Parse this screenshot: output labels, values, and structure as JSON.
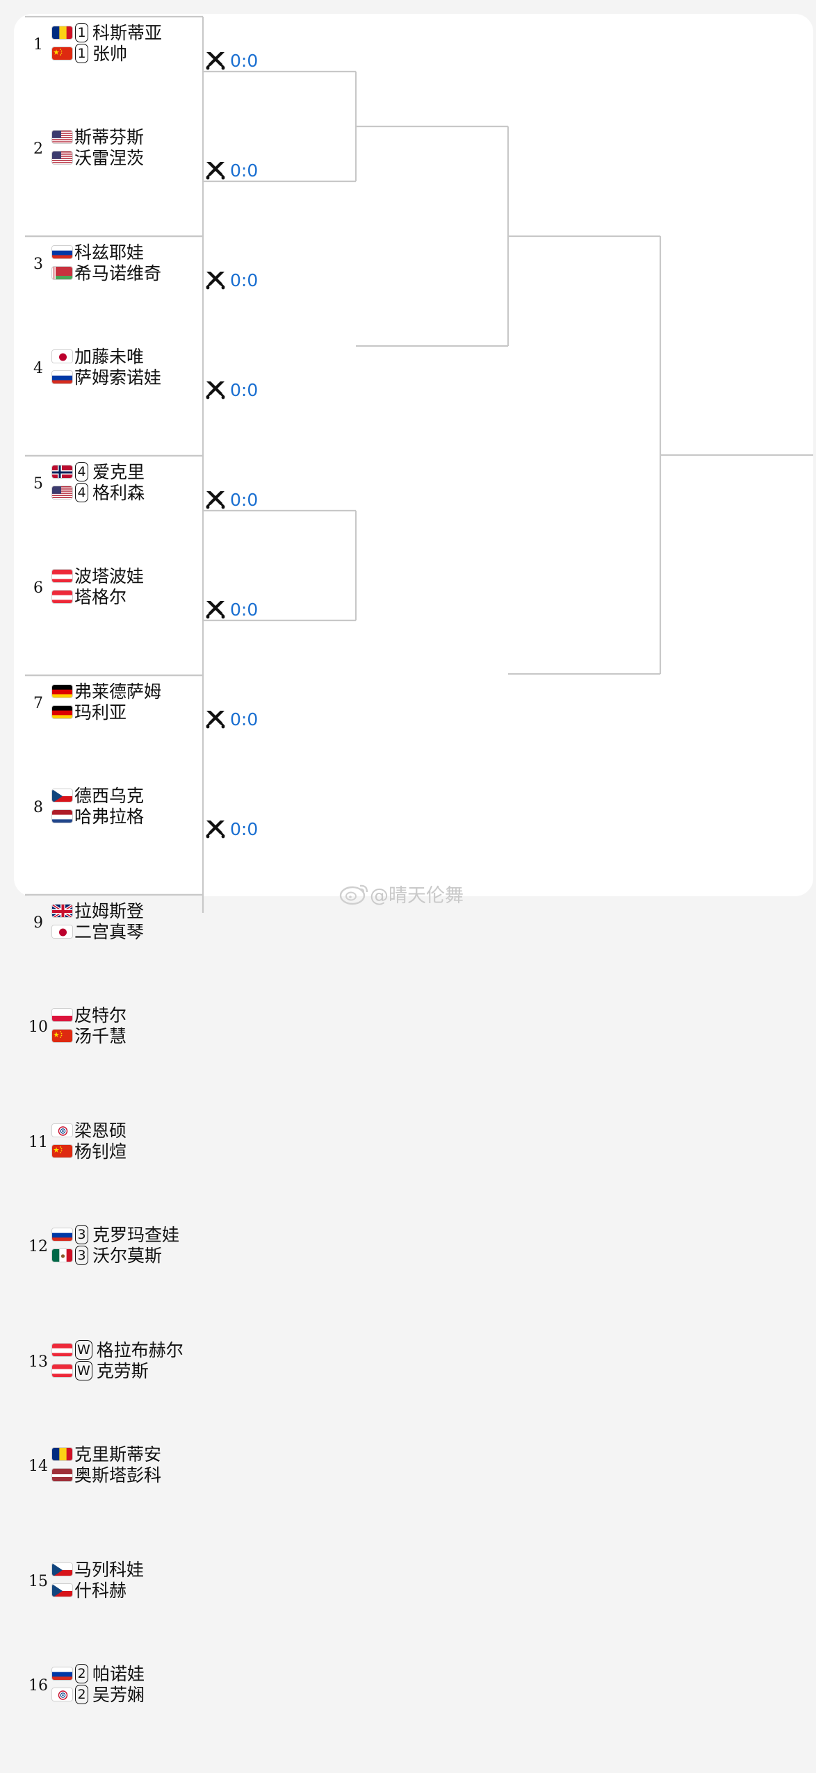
{
  "draw": {
    "pairs": [
      {
        "seed": "1",
        "players": [
          {
            "flag": "romania",
            "seed": "1",
            "name": "科斯蒂亚"
          },
          {
            "flag": "china",
            "seed": "1",
            "name": "张帅"
          }
        ]
      },
      {
        "seed": "2",
        "players": [
          {
            "flag": "usa",
            "seed": "",
            "name": "斯蒂芬斯"
          },
          {
            "flag": "usa",
            "seed": "",
            "name": "沃雷涅茨"
          }
        ]
      },
      {
        "seed": "3",
        "players": [
          {
            "flag": "russia",
            "seed": "",
            "name": "科兹耶娃"
          },
          {
            "flag": "belarus",
            "seed": "",
            "name": "希马诺维奇"
          }
        ]
      },
      {
        "seed": "4",
        "players": [
          {
            "flag": "japan",
            "seed": "",
            "name": "加藤未唯"
          },
          {
            "flag": "russia",
            "seed": "",
            "name": "萨姆索诺娃"
          }
        ]
      },
      {
        "seed": "5",
        "players": [
          {
            "flag": "norway",
            "seed": "4",
            "name": "爱克里"
          },
          {
            "flag": "usa",
            "seed": "4",
            "name": "格利森"
          }
        ]
      },
      {
        "seed": "6",
        "players": [
          {
            "flag": "austria",
            "seed": "",
            "name": "波塔波娃"
          },
          {
            "flag": "austria",
            "seed": "",
            "name": "塔格尔"
          }
        ]
      },
      {
        "seed": "7",
        "players": [
          {
            "flag": "germany",
            "seed": "",
            "name": "弗莱德萨姆"
          },
          {
            "flag": "germany",
            "seed": "",
            "name": "玛利亚"
          }
        ]
      },
      {
        "seed": "8",
        "players": [
          {
            "flag": "czech",
            "seed": "",
            "name": "德西乌克"
          },
          {
            "flag": "netherlands",
            "seed": "",
            "name": "哈弗拉格"
          }
        ]
      },
      {
        "seed": "9",
        "players": [
          {
            "flag": "uk",
            "seed": "",
            "name": "拉姆斯登"
          },
          {
            "flag": "japan",
            "seed": "",
            "name": "二宫真琴"
          }
        ]
      },
      {
        "seed": "10",
        "players": [
          {
            "flag": "poland",
            "seed": "",
            "name": "皮特尔"
          },
          {
            "flag": "china",
            "seed": "",
            "name": "汤千慧"
          }
        ]
      },
      {
        "seed": "11",
        "players": [
          {
            "flag": "tpe",
            "seed": "",
            "name": "梁恩硕"
          },
          {
            "flag": "china",
            "seed": "",
            "name": "杨钊煊"
          }
        ]
      },
      {
        "seed": "12",
        "players": [
          {
            "flag": "russia",
            "seed": "3",
            "name": "克罗玛查娃"
          },
          {
            "flag": "mexico",
            "seed": "3",
            "name": "沃尔莫斯"
          }
        ]
      },
      {
        "seed": "13",
        "players": [
          {
            "flag": "austria",
            "seed": "W",
            "name": "格拉布赫尔"
          },
          {
            "flag": "austria",
            "seed": "W",
            "name": "克劳斯"
          }
        ]
      },
      {
        "seed": "14",
        "players": [
          {
            "flag": "romania",
            "seed": "",
            "name": "克里斯蒂安"
          },
          {
            "flag": "latvia",
            "seed": "",
            "name": "奥斯塔彭科"
          }
        ]
      },
      {
        "seed": "15",
        "players": [
          {
            "flag": "czech",
            "seed": "",
            "name": "马列科娃"
          },
          {
            "flag": "czech",
            "seed": "",
            "name": "什科赫"
          }
        ]
      },
      {
        "seed": "16",
        "players": [
          {
            "flag": "russia",
            "seed": "2",
            "name": "帕诺娃"
          },
          {
            "flag": "tpe",
            "seed": "2",
            "name": "吴芳娴"
          }
        ]
      }
    ],
    "matches": [
      {
        "icon": "crossed-swords-icon",
        "score": "0:0"
      },
      {
        "icon": "crossed-swords-icon",
        "score": "0:0"
      },
      {
        "icon": "crossed-swords-icon",
        "score": "0:0"
      },
      {
        "icon": "crossed-swords-icon",
        "score": "0:0"
      },
      {
        "icon": "crossed-swords-icon",
        "score": "0:0"
      },
      {
        "icon": "crossed-swords-icon",
        "score": "0:0"
      },
      {
        "icon": "crossed-swords-icon",
        "score": "0:0"
      },
      {
        "icon": "crossed-swords-icon",
        "score": "0:0"
      }
    ]
  },
  "watermark": {
    "text": "@晴天伦舞",
    "icon": "weibo-icon"
  },
  "colors": {
    "line": "#c8c8c8",
    "score": "#1a6fd1",
    "text": "#111111",
    "background": "#ffffff"
  }
}
